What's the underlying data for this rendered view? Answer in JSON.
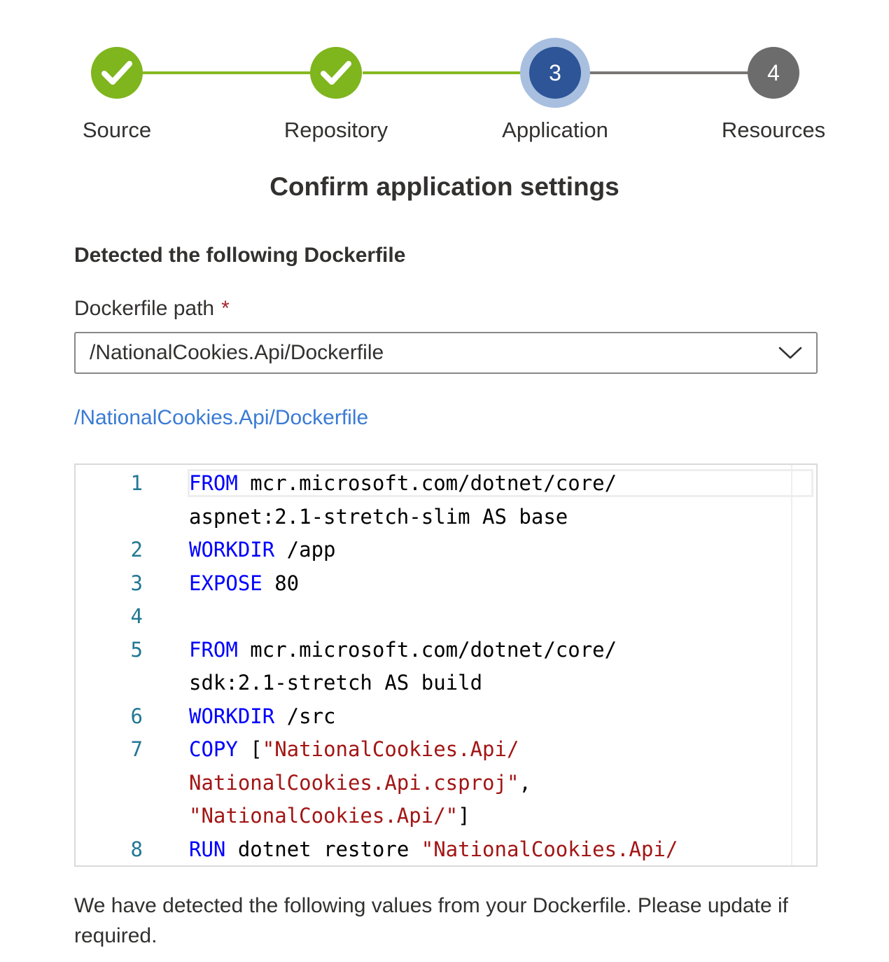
{
  "stepper": {
    "steps": [
      {
        "label": "Source",
        "status": "done"
      },
      {
        "label": "Repository",
        "status": "done"
      },
      {
        "label": "Application",
        "status": "current",
        "number": "3"
      },
      {
        "label": "Resources",
        "status": "future",
        "number": "4"
      }
    ]
  },
  "page": {
    "title": "Confirm application settings",
    "section_title": "Detected the following Dockerfile"
  },
  "dockerfile_path": {
    "label": "Dockerfile path",
    "required_mark": "*",
    "value": "/NationalCookies.Api/Dockerfile",
    "link_text": "/NationalCookies.Api/Dockerfile"
  },
  "code": {
    "rows": [
      {
        "line": "1",
        "keyword": "FROM",
        "text": " mcr.microsoft.com/dotnet/core/"
      },
      {
        "line": "",
        "text": "aspnet:2.1-stretch-slim AS base"
      },
      {
        "line": "2",
        "keyword": "WORKDIR",
        "text": " /app"
      },
      {
        "line": "3",
        "keyword": "EXPOSE",
        "text": " 80"
      },
      {
        "line": "4",
        "text": ""
      },
      {
        "line": "5",
        "keyword": "FROM",
        "text": " mcr.microsoft.com/dotnet/core/"
      },
      {
        "line": "",
        "text": "sdk:2.1-stretch AS build"
      },
      {
        "line": "6",
        "keyword": "WORKDIR",
        "text": " /src"
      },
      {
        "line": "7",
        "keyword": "COPY",
        "text": " [",
        "string": "\"NationalCookies.Api/"
      },
      {
        "line": "",
        "string": "NationalCookies.Api.csproj\"",
        "tail": ","
      },
      {
        "line": "",
        "string": "\"NationalCookies.Api/\"",
        "tail": "]"
      },
      {
        "line": "8",
        "keyword": "RUN",
        "text": " dotnet restore ",
        "string": "\"NationalCookies.Api/"
      }
    ]
  },
  "description": "We have detected the following values from your Dockerfile. Please update if required.",
  "colors": {
    "done": "#7fb51d",
    "current": "#2d5597",
    "future": "#6c6c6c",
    "link": "#3a7bd5",
    "keyword": "#0000ff",
    "string": "#a31515"
  }
}
